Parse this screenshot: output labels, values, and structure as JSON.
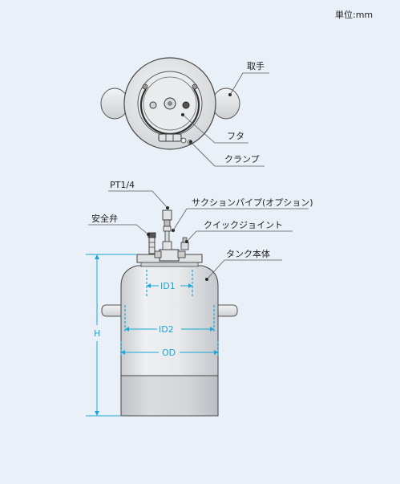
{
  "unit_label": "単位:mm",
  "top_view": {
    "labels": {
      "handle": "取手",
      "lid": "フタ",
      "clamp": "クランプ"
    }
  },
  "side_view": {
    "labels": {
      "port": "PT1/4",
      "suction_pipe": "サクションパイプ(オプション)",
      "safety_valve": "安全弁",
      "quick_joint": "クイックジョイント",
      "tank_body": "タンク本体"
    },
    "dimensions": {
      "id1": "ID1",
      "id2": "ID2",
      "od": "OD",
      "h": "H"
    }
  },
  "colors": {
    "background": "#eaf0f7",
    "dimension": "#1aa6d8",
    "body_top": "#e3e5e7",
    "body_bottom": "#cfd2d5"
  }
}
